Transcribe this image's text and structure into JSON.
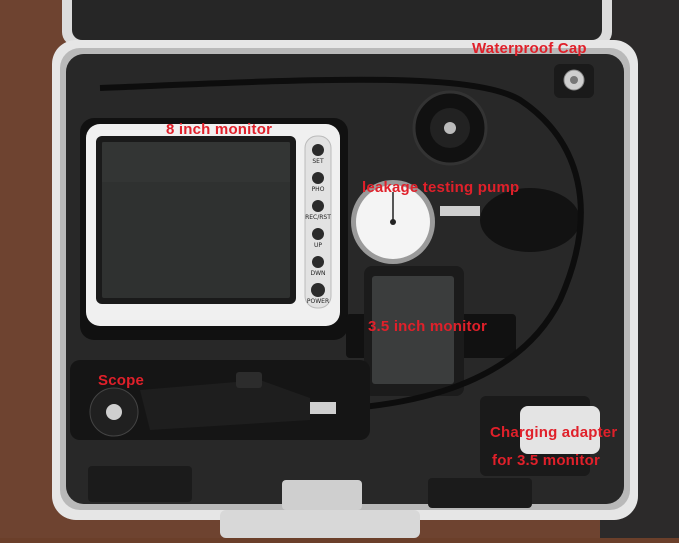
{
  "labels": {
    "waterproof_cap": "Waterproof Cap",
    "monitor_8": "8 inch monitor",
    "leakage_pump": "leakage testing pump",
    "monitor_35": "3.5 inch monitor",
    "scope": "Scope",
    "charging_line1": "Charging adapter",
    "charging_line2": "for 3.5 monitor"
  },
  "monitor_buttons": [
    "SET",
    "PHO",
    "REC/RST",
    "UP",
    "DWN",
    "POWER"
  ],
  "colors": {
    "label": "#e0202a",
    "case_shell": "#e8e8e8",
    "foam": "#2a2a2a",
    "background_wood": "#6b3f2a"
  }
}
